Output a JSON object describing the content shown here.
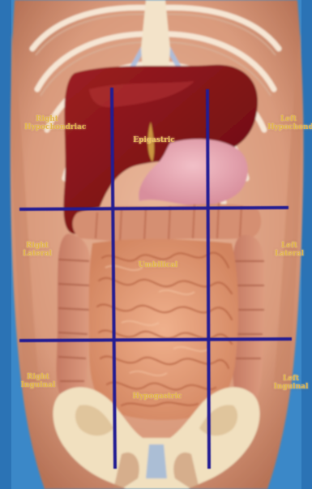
{
  "figure": {
    "kind": "anatomical illustration",
    "subject": "abdominal regions",
    "grid_line_color": "#1f1a8c",
    "label_color": "#e3b64a"
  },
  "regions": {
    "right_hypochondriac": "Right\nHypochondriac",
    "epigastric": "Epigastric",
    "left_hypochondriac": "Left\nHypochondriac",
    "right_lateral": "Right\nLateral",
    "umbilical": "Umbilical",
    "left_lateral": "Left\nLateral",
    "right_inguinal": "Right\nInguinal",
    "hypogastric": "Hypogastric",
    "left_inguinal": "Left\nInguinal"
  }
}
